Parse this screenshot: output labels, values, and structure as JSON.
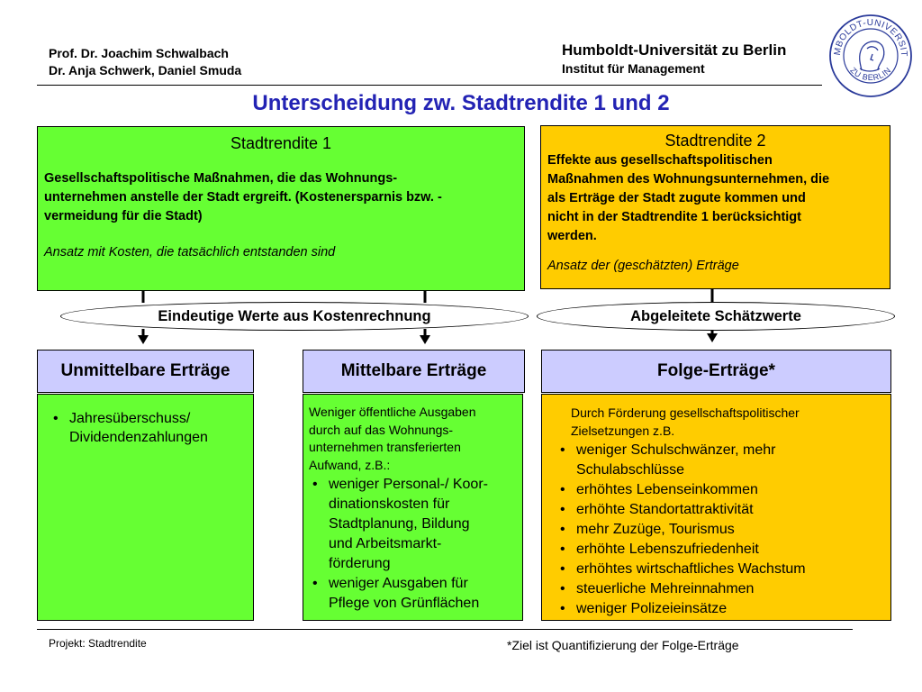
{
  "header": {
    "author_line1": "Prof. Dr. Joachim Schwalbach",
    "author_line2": "Dr. Anja Schwerk, Daniel Smuda",
    "university": "Humboldt-Universität zu Berlin",
    "institute": "Institut für Management",
    "logo_text_top": "HUMBOLDT-UNIVERSITÄT",
    "logo_text_bottom": "ZU BERLIN"
  },
  "title": "Unterscheidung zw. Stadtrendite 1 und 2",
  "stadtrendite1": {
    "heading": "Stadtrendite 1",
    "text_line1": "Gesellschaftspolitische Maßnahmen, die das Wohnungs-",
    "text_line2": "unternehmen anstelle der Stadt ergreift.  (Kostenersparnis bzw. -",
    "text_line3": "vermeidung für die Stadt)",
    "note": "Ansatz mit Kosten, die tatsächlich entstanden sind"
  },
  "stadtrendite2": {
    "heading": "Stadtrendite 2",
    "text_line1": "Effekte aus gesellschaftspolitischen",
    "text_line2": "Maßnahmen des Wohnungsunternehmen, die",
    "text_line3": "als Erträge der Stadt zugute kommen und",
    "text_line4": "nicht in der Stadtrendite 1 berücksichtigt",
    "text_line5": "werden.",
    "note": "Ansatz der (geschätzten) Erträge"
  },
  "ellipses": {
    "left": "Eindeutige Werte aus Kostenrechnung",
    "right": "Abgeleitete Schätzwerte"
  },
  "categories": {
    "unmittelbar": "Unmittelbare Erträge",
    "mittelbar": "Mittelbare Erträge",
    "folge": "Folge-Erträge*"
  },
  "unmittelbar_items": [
    {
      "line1": "Jahresüberschuss/",
      "line2": "Dividendenzahlungen"
    }
  ],
  "mittelbar": {
    "intro_line1": "Weniger öffentliche Ausgaben",
    "intro_line2": "durch auf das Wohnungs-",
    "intro_line3": "unternehmen transferierten",
    "intro_line4": "Aufwand, z.B.:",
    "items": [
      {
        "lines": [
          "weniger Personal-/ Koor-",
          "dinationskosten für",
          "Stadtplanung, Bildung",
          "und Arbeitsmarkt-",
          "förderung"
        ]
      },
      {
        "lines": [
          "weniger Ausgaben für",
          "Pflege von Grünflächen"
        ]
      }
    ]
  },
  "folge": {
    "intro_line1": "Durch Förderung gesellschaftspolitischer",
    "intro_line2": "Zielsetzungen z.B.",
    "items": [
      {
        "line1": "weniger Schulschwänzer, mehr",
        "line2": "Schulabschlüsse"
      },
      {
        "line1": "erhöhtes Lebenseinkommen"
      },
      {
        "line1": "erhöhte Standortattraktivität"
      },
      {
        "line1": "mehr Zuzüge, Tourismus"
      },
      {
        "line1": "erhöhte Lebenszufriedenheit"
      },
      {
        "line1": "erhöhtes wirtschaftliches Wachstum"
      },
      {
        "line1": "steuerliche Mehreinnahmen"
      },
      {
        "line1": "weniger Polizeieinsätze"
      }
    ]
  },
  "footer": {
    "project": "Projekt: Stadtrendite",
    "note": "*Ziel ist Quantifizierung der Folge-Erträge"
  },
  "colors": {
    "title": "#2323b4",
    "green": "#66ff33",
    "yellow": "#ffcc00",
    "lilac": "#ccccff",
    "logo": "#2a3a9a"
  }
}
